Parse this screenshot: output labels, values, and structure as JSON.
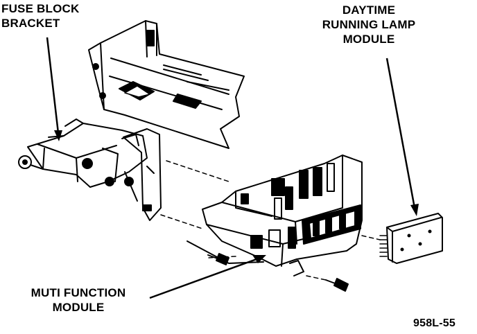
{
  "labels": {
    "fuse_block_bracket": [
      "FUSE BLOCK",
      "BRACKET"
    ],
    "daytime_running_lamp_module": [
      "DAYTIME",
      "RUNNING LAMP",
      "MODULE"
    ],
    "multi_function_module": [
      "MUTI FUNCTION",
      "MODULE"
    ],
    "figure_number": "958L-55"
  },
  "colors": {
    "ink": "#000000",
    "paper": "#ffffff"
  }
}
